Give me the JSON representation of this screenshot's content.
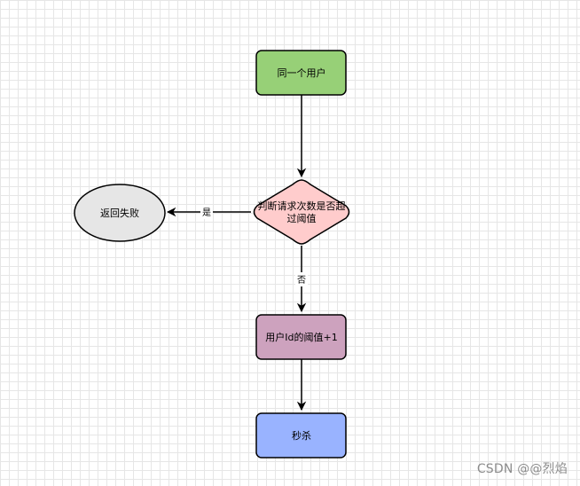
{
  "nodes": {
    "same_user": {
      "label": "同一个用户",
      "color": "#97d077"
    },
    "threshold_check": {
      "label_line1": "判断请求次数是否超",
      "label_line2": "过阈值",
      "color": "#ffcccc"
    },
    "return_failure": {
      "label": "返回失败",
      "color": "#e6e6e6"
    },
    "increment_threshold": {
      "label": "用户Id的阈值+1",
      "color": "#cda2be"
    },
    "flash_sale": {
      "label": "秒杀",
      "color": "#99b3ff"
    }
  },
  "edges": {
    "yes_label": "是",
    "no_label": "否"
  },
  "watermark": "CSDN @@烈焰"
}
